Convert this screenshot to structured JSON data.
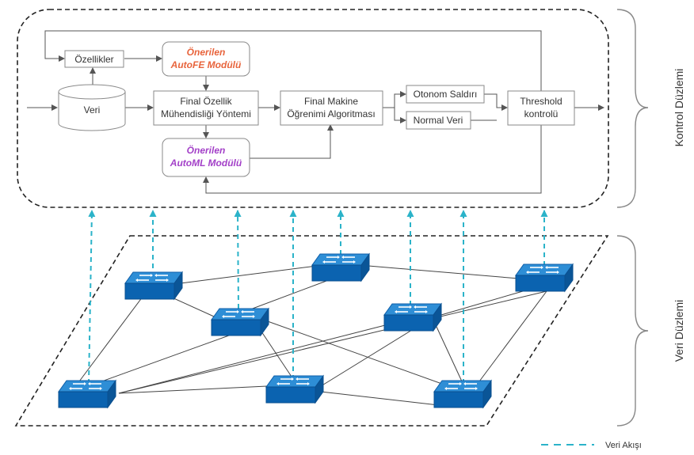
{
  "control_plane": {
    "label": "Kontrol Düzlemi",
    "features": "Özellikler",
    "data": "Veri",
    "autofe_line1": "Önerilen",
    "autofe_line2": "AutoFE Modülü",
    "fe_line1": "Final Özellik",
    "fe_line2": "Mühendisliği Yöntemi",
    "ml_line1": "Final Makine",
    "ml_line2": "Öğrenimi Algoritması",
    "automl_line1": "Önerilen",
    "automl_line2": "AutoML Modülü",
    "attack": "Otonom Saldırı",
    "normal": "Normal Veri",
    "threshold_line1": "Threshold",
    "threshold_line2": "kontrolü"
  },
  "data_plane": {
    "label": "Veri Düzlemi"
  },
  "legend": {
    "data_flow": "Veri Akışı"
  },
  "colors": {
    "autofe": "#e8643c",
    "automl": "#a340c8",
    "flow": "#2bb3c9",
    "switch_top": "#2e8ed6",
    "switch_side": "#0b63b0"
  },
  "icons": [
    "network-switch-icon"
  ]
}
